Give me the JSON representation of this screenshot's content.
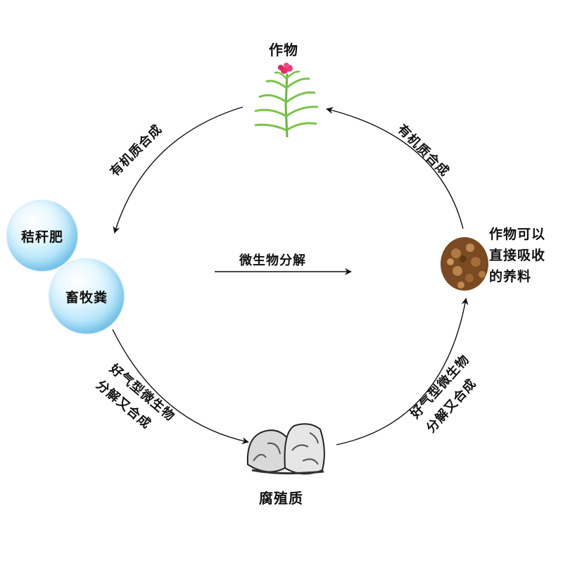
{
  "nodes": {
    "crop": "作物",
    "straw": "秸秆肥",
    "manure": "畜牧粪",
    "humus": "腐殖质",
    "nutrient_lines": [
      "作物可以",
      "直接吸收",
      "的养料"
    ]
  },
  "edges": {
    "left_top": "有机质合成",
    "right_top": "有机质合成",
    "center": "微生物分解",
    "left_bottom_lines": [
      "好气型微生物",
      "分解又合成"
    ],
    "right_bottom_lines": [
      "好气型微生物",
      "分解又合成"
    ]
  },
  "colors": {
    "bubble": "#6cc6ee",
    "plant_stem": "#7bc34a",
    "flower": "#e0306a",
    "nutrient_soil": "#8a5a2b",
    "rock": "#8a8a8a",
    "arrow": "#111111"
  }
}
